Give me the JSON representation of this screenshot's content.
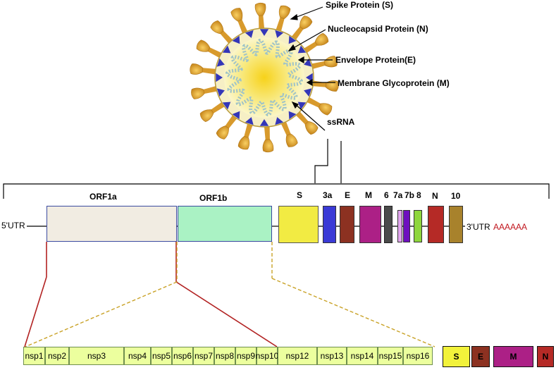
{
  "virus_labels": {
    "spike": "Spike Protein (S)",
    "nucleocapsid": "Nucleocapsid Protein (N)",
    "envelope": "Envelope Protein(E)",
    "membrane": "Membrane Glycoprotein (M)",
    "ssrna": "ssRNA"
  },
  "genome": {
    "utr5": "5'UTR",
    "utr3": "3'UTR",
    "polyA": "AAAAAA",
    "orfs": [
      {
        "label": "ORF1a",
        "color": "#f1ece2"
      },
      {
        "label": "ORF1b",
        "color": "#aaf2c4"
      }
    ],
    "genes": [
      {
        "label": "S",
        "color": "#f2eb43"
      },
      {
        "label": "3a",
        "color": "#3a3ad6"
      },
      {
        "label": "E",
        "color": "#8c3121"
      },
      {
        "label": "M",
        "color": "#ac2086"
      },
      {
        "label": "6",
        "color": "#4a4a4a"
      },
      {
        "label": "7a",
        "color": "#e2a6ee"
      },
      {
        "label": "7b",
        "color": "#6e0fbf"
      },
      {
        "label": "8",
        "color": "#8ed63c"
      },
      {
        "label": "N",
        "color": "#b52a26"
      },
      {
        "label": "10",
        "color": "#a8822c"
      }
    ]
  },
  "nsps": [
    "nsp1",
    "nsp2",
    "nsp3",
    "nsp4",
    "nsp5",
    "nsp6",
    "nsp7",
    "nsp8",
    "nsp9",
    "nsp10",
    "nsp12",
    "nsp13",
    "nsp14",
    "nsp15",
    "nsp16"
  ],
  "structural_proteins": [
    {
      "label": "S",
      "color": "#f2f23b"
    },
    {
      "label": "E",
      "color": "#8c3121"
    },
    {
      "label": "M",
      "color": "#ac2086"
    },
    {
      "label": "N",
      "color": "#b52a26"
    }
  ]
}
